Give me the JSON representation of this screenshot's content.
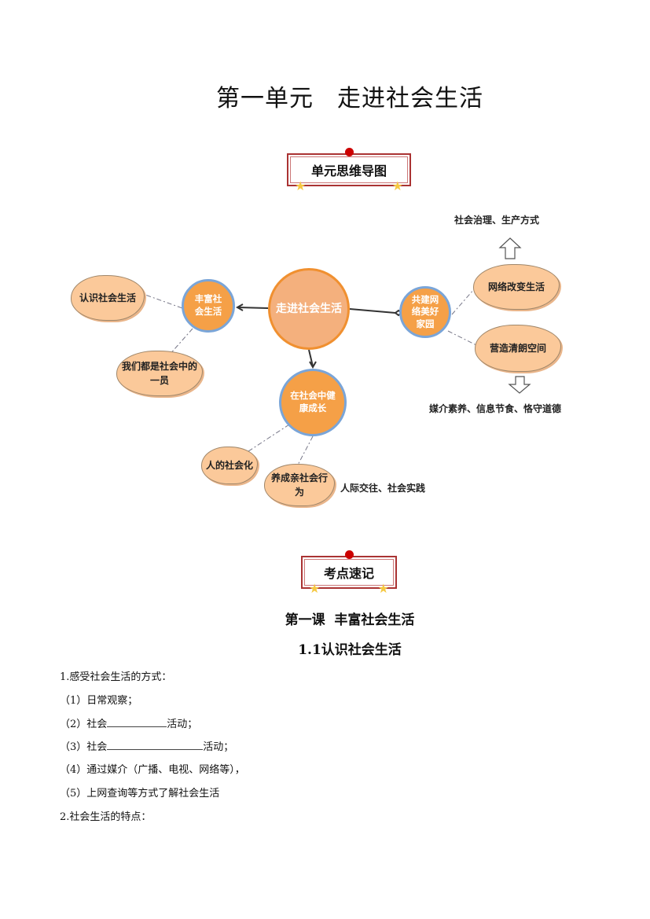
{
  "title": {
    "left": "第一单元",
    "right": "走进社会生活"
  },
  "badge_mindmap": "单元思维导图",
  "mindmap": {
    "center": "走进社会生活",
    "branches": [
      {
        "label": "丰富社会生活",
        "children": [
          "认识社会生活",
          "我们都是社会中的一员"
        ]
      },
      {
        "label": "共建网络美好家园",
        "children": [
          "网络改变生活",
          "营造清朗空间"
        ]
      },
      {
        "label": "在社会中健康成长",
        "children": [
          "人的社会化",
          "养成亲社会行为"
        ]
      }
    ],
    "notes": {
      "up": "社会治理、生产方式",
      "down": "媒介素养、信息节食、恪守道德",
      "prosocial": "人际交往、社会实践"
    }
  },
  "badge_points": "考点速记",
  "lesson": "第一课  丰富社会生活",
  "section": "1.1认识社会生活",
  "lines": {
    "l1": "1.感受社会生活的方式：",
    "l2": "（1）日常观察；",
    "l3a": "（2）社会",
    "l3b": "活动；",
    "l4a": "（3）社会",
    "l4b": "活动；",
    "l5": "（4）通过媒介（广播、电视、网络等），",
    "l6": "（5）上网查询等方式了解社会生活",
    "l7": "2.社会生活的特点："
  }
}
